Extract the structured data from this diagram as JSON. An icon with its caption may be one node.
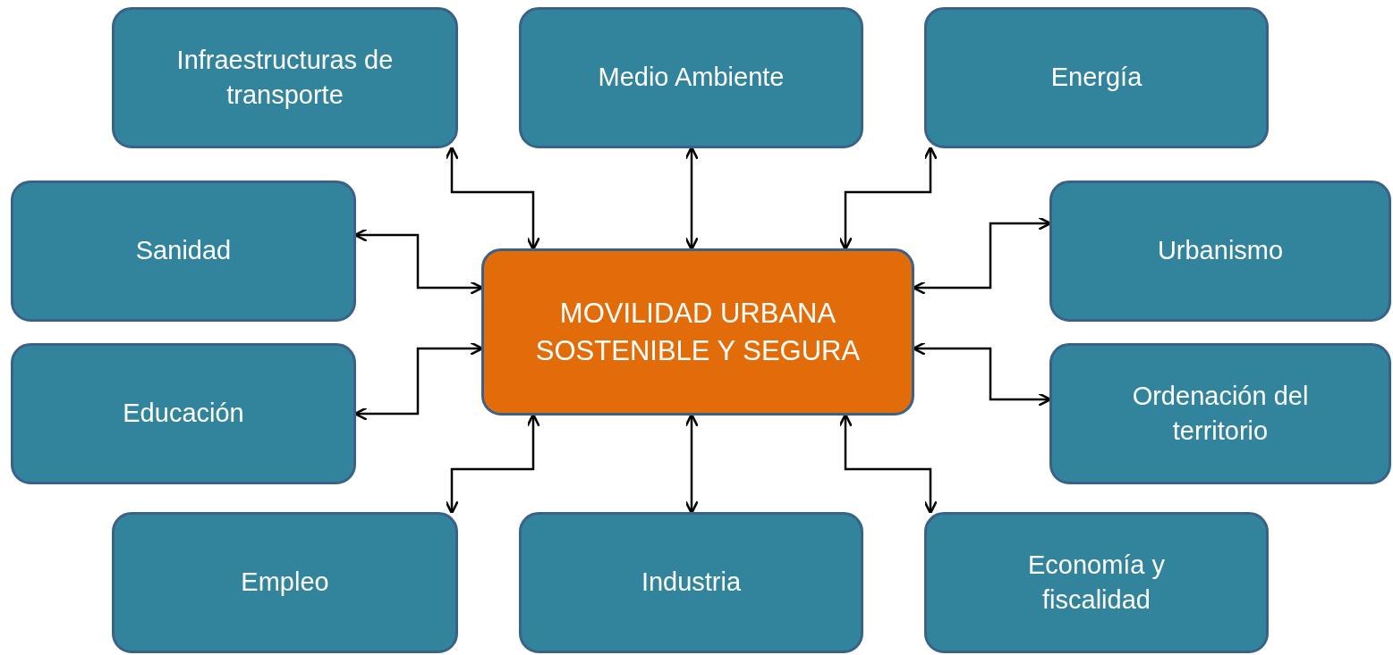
{
  "diagram": {
    "nodes": [
      {
        "text": [
          "Infraestructuras de transporte"
        ]
      },
      {
        "text": [
          "Medio Ambiente"
        ]
      },
      {
        "text": [
          "Energía"
        ]
      },
      {
        "text": [
          "Sanidad"
        ]
      },
      {
        "text": [
          "Urbanismo"
        ]
      },
      {
        "text": [
          "MOVILIDAD URBANA SOSTENIBLE Y SEGURA"
        ]
      },
      {
        "text": [
          "Educación"
        ]
      },
      {
        "text": [
          "Ordenación del territorio"
        ]
      },
      {
        "text": [
          "Empleo"
        ]
      },
      {
        "text": [
          "Industria"
        ]
      },
      {
        "text": [
          "Economía y fiscalidad"
        ]
      }
    ],
    "edges": [
      {
        "from": 5,
        "to": 0,
        "arrow": "both"
      },
      {
        "from": 5,
        "to": 1,
        "arrow": "both"
      },
      {
        "from": 5,
        "to": 2,
        "arrow": "both"
      },
      {
        "from": 5,
        "to": 3,
        "arrow": "both"
      },
      {
        "from": 5,
        "to": 4,
        "arrow": "both"
      },
      {
        "from": 5,
        "to": 6,
        "arrow": "both"
      },
      {
        "from": 5,
        "to": 7,
        "arrow": "both"
      },
      {
        "from": 5,
        "to": 8,
        "arrow": "both"
      },
      {
        "from": 5,
        "to": 9,
        "arrow": "both"
      },
      {
        "from": 5,
        "to": 10,
        "arrow": "both"
      }
    ]
  }
}
